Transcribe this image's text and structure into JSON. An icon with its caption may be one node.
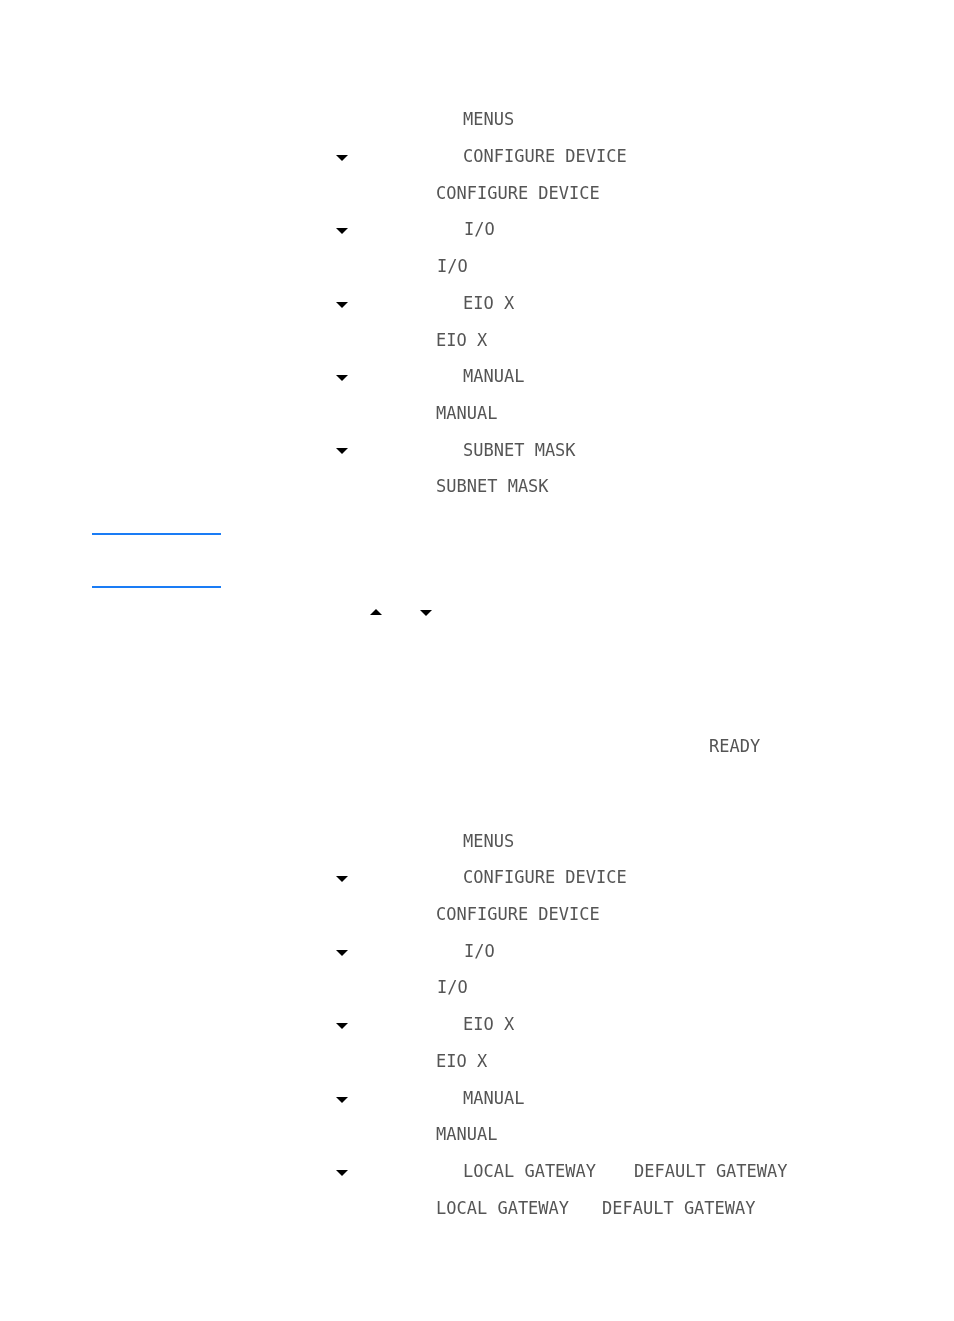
{
  "diagram": {
    "labels": [
      "MENUS",
      "CONFIGURE DEVICE",
      "CONFIGURE DEVICE",
      "I/O",
      "I/O",
      "EIO X",
      "EIO X",
      "MANUAL",
      "MANUAL",
      "SUBNET MASK",
      "SUBNET MASK",
      "READY",
      "MENUS",
      "CONFIGURE DEVICE",
      "CONFIGURE DEVICE",
      "I/O",
      "I/O",
      "EIO X",
      "EIO X",
      "MANUAL",
      "MANUAL",
      "LOCAL GATEWAY",
      "DEFAULT GATEWAY",
      "LOCAL GATEWAY",
      "DEFAULT GATEWAY"
    ]
  }
}
